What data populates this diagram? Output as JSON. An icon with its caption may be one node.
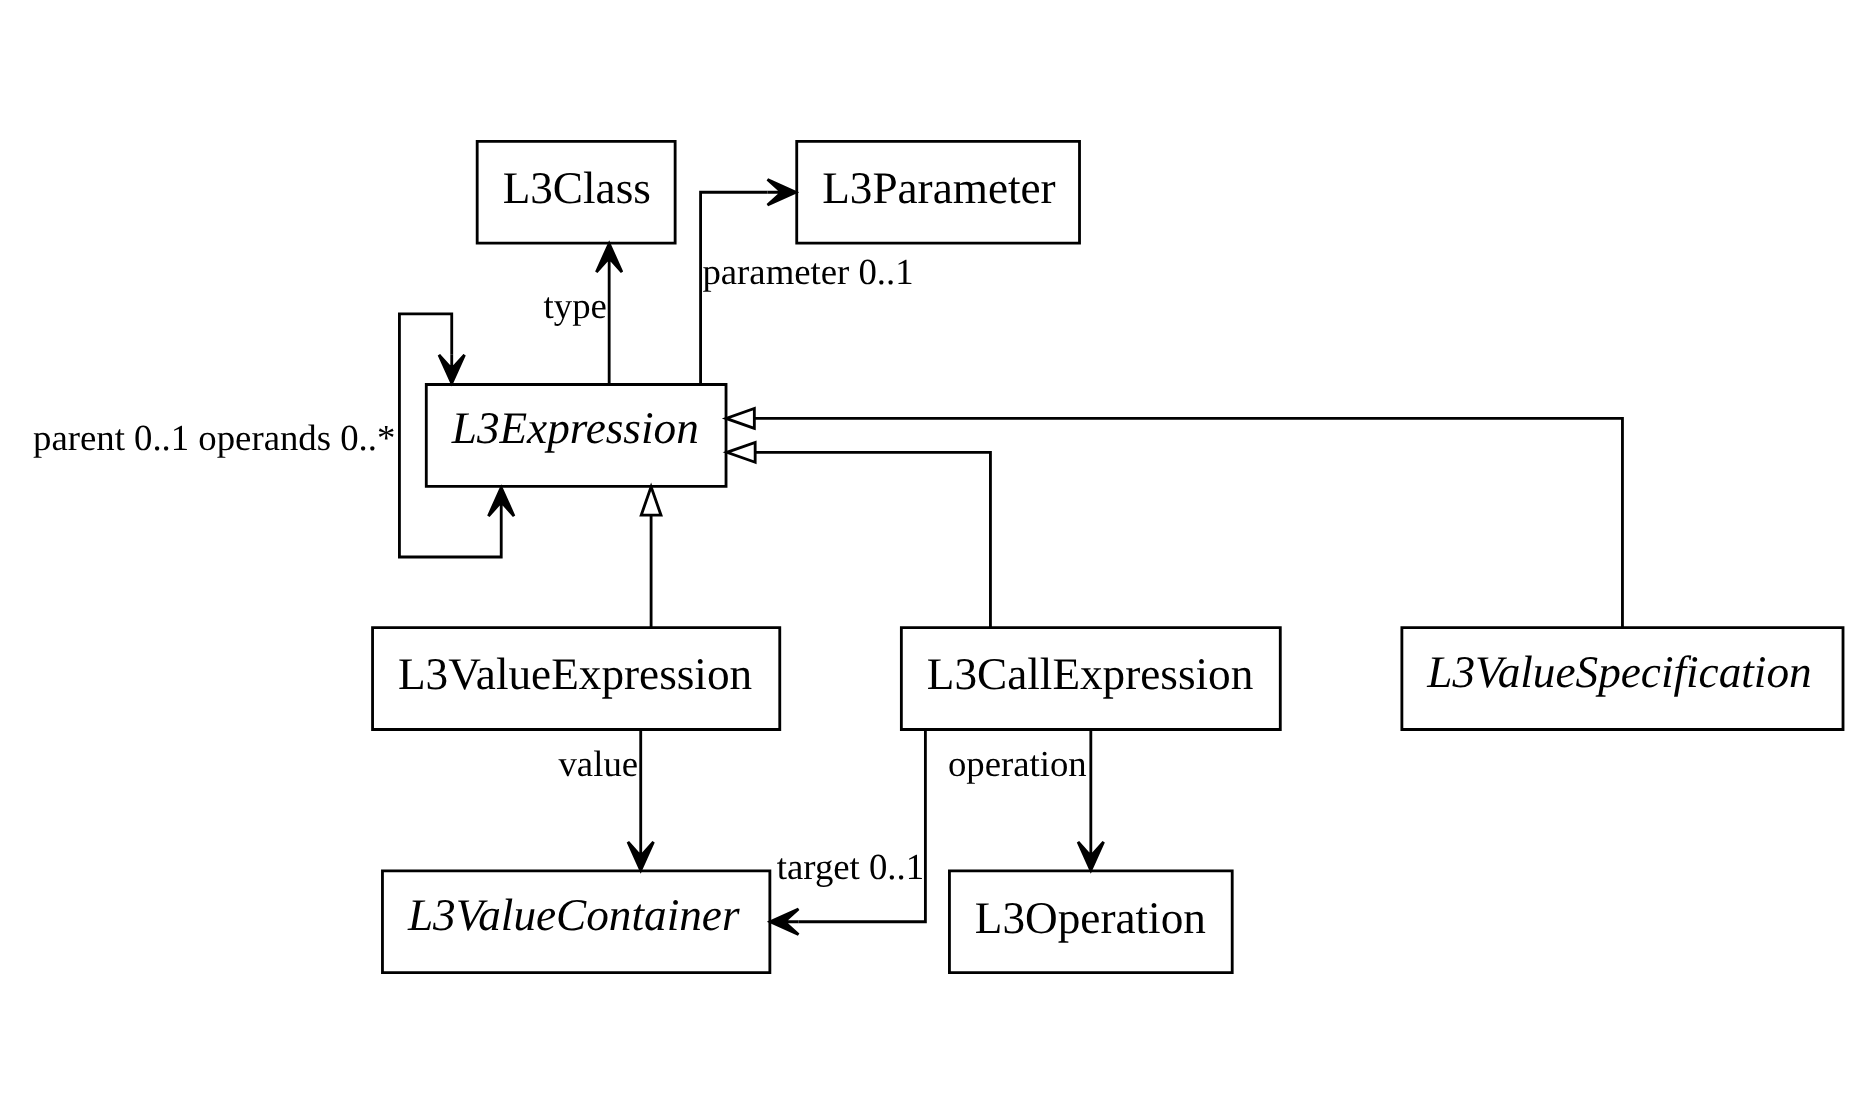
{
  "diagram": {
    "nodes": [
      {
        "text": [
          "L3Class"
        ]
      },
      {
        "text": [
          "L3Parameter"
        ]
      },
      {
        "text": [
          "L3Expression"
        ]
      },
      {
        "text": [
          "L3ValueExpression"
        ]
      },
      {
        "text": [
          "L3CallExpression"
        ]
      },
      {
        "text": [
          "L3ValueSpecification"
        ]
      },
      {
        "text": [
          "L3ValueContainer"
        ]
      },
      {
        "text": [
          "L3Operation"
        ]
      }
    ],
    "edges": [
      {
        "from": 2,
        "to": 0,
        "arrow": "to",
        "label": "type"
      },
      {
        "from": 2,
        "to": 2,
        "arrow": "both",
        "label": "parent 0..1 operands 0..*"
      },
      {
        "from": 2,
        "to": 1,
        "arrow": "to",
        "label": "parameter 0..1"
      },
      {
        "from": 3,
        "to": 2,
        "arrow": "to"
      },
      {
        "from": 4,
        "to": 2,
        "arrow": "to"
      },
      {
        "from": 5,
        "to": 2,
        "arrow": "to"
      },
      {
        "from": 4,
        "to": 6,
        "arrow": "to",
        "label": "target 0..1"
      },
      {
        "from": 4,
        "to": 7,
        "arrow": "to",
        "label": "operation"
      },
      {
        "from": 3,
        "to": 6,
        "arrow": "to",
        "label": "value"
      }
    ]
  }
}
